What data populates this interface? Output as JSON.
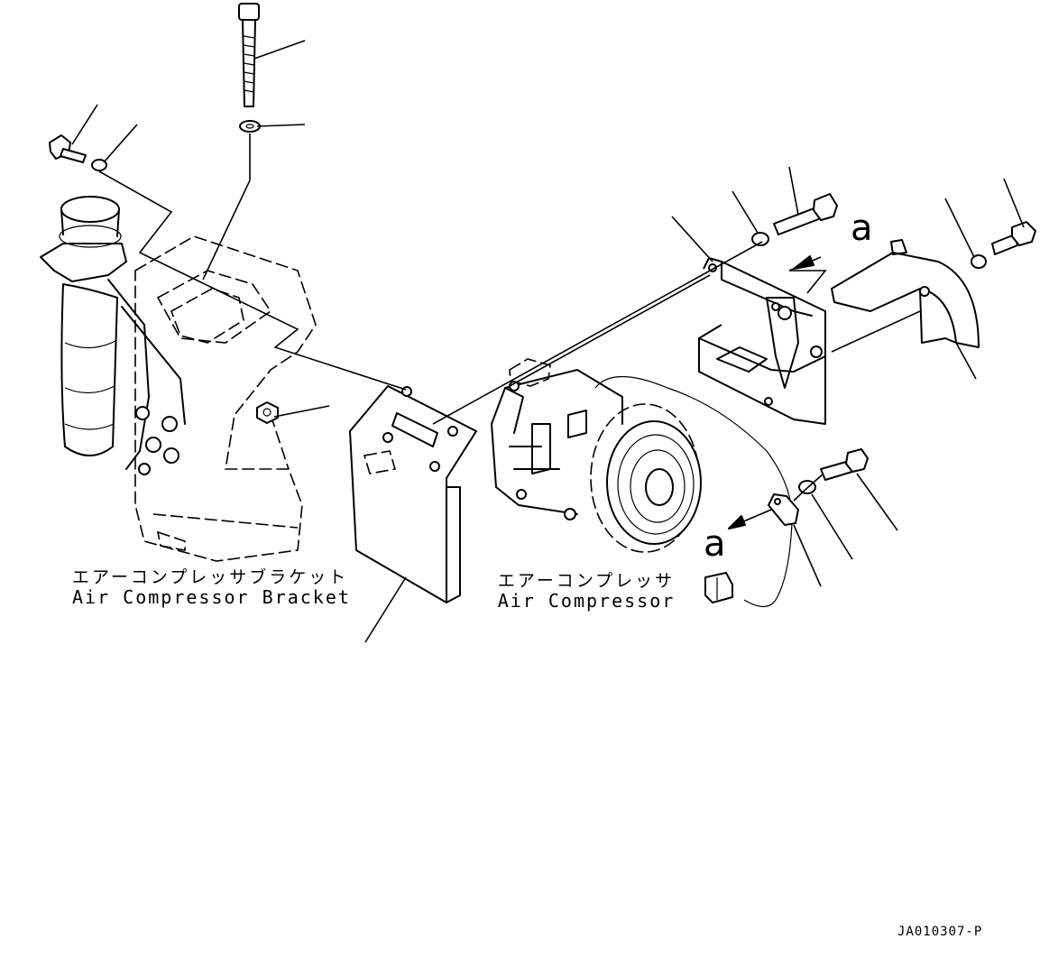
{
  "labels": {
    "bracket": {
      "jp": "エアーコンプレッサブラケット",
      "en": "Air Compressor Bracket"
    },
    "compressor": {
      "jp": "エアーコンプレッサ",
      "en": "Air Compressor"
    }
  },
  "view_letter": "a",
  "drawing_code": "JA010307-P"
}
